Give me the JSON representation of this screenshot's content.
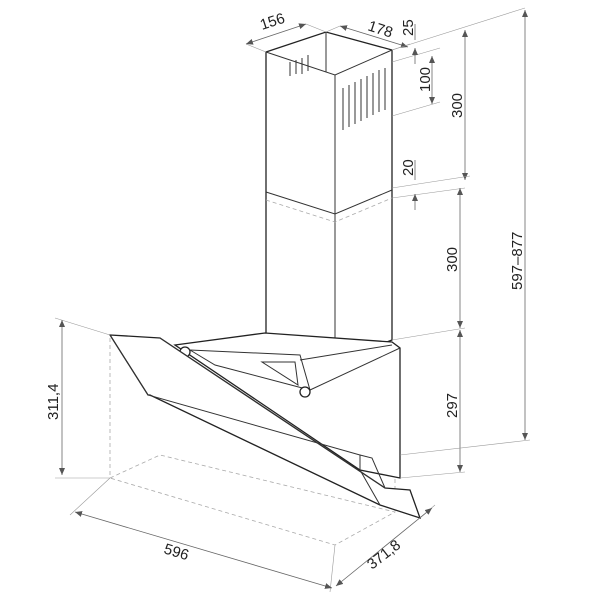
{
  "dimensions": {
    "chimney_depth": "156",
    "chimney_width": "178",
    "top_offset": "25",
    "vent_height": "100",
    "upper_chimney": "300",
    "overlap": "20",
    "lower_chimney": "300",
    "hood_height": "297",
    "total_height": "597–877",
    "glass_height": "311,4",
    "width": "596",
    "depth": "371,8"
  }
}
